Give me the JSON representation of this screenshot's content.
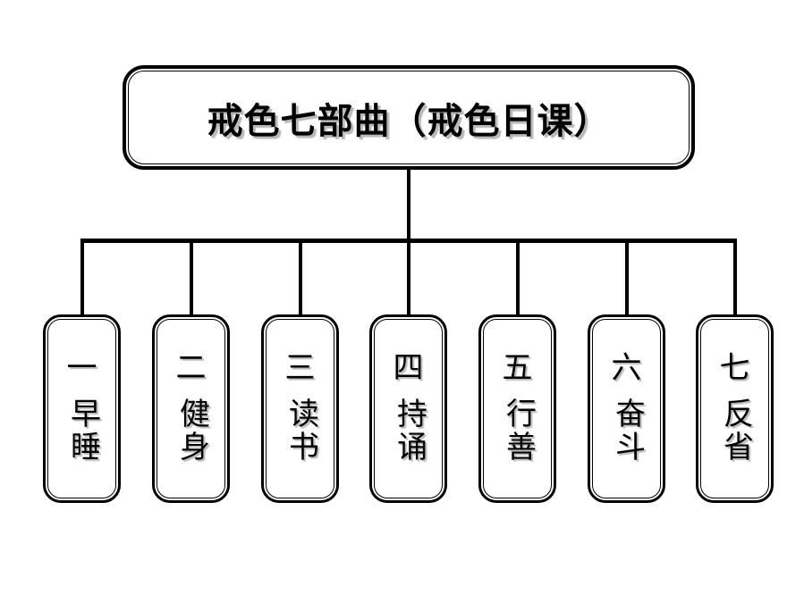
{
  "title": "戒色七部曲（戒色日课）",
  "steps": [
    {
      "num": "一",
      "word": "早睡"
    },
    {
      "num": "二",
      "word": "健身"
    },
    {
      "num": "三",
      "word": "读书"
    },
    {
      "num": "四",
      "word": "持诵"
    },
    {
      "num": "五",
      "word": "行善"
    },
    {
      "num": "六",
      "word": "奋斗"
    },
    {
      "num": "七",
      "word": "反省"
    }
  ],
  "colors": {
    "line": "#000000",
    "background": "#ffffff",
    "text": "#000000"
  }
}
